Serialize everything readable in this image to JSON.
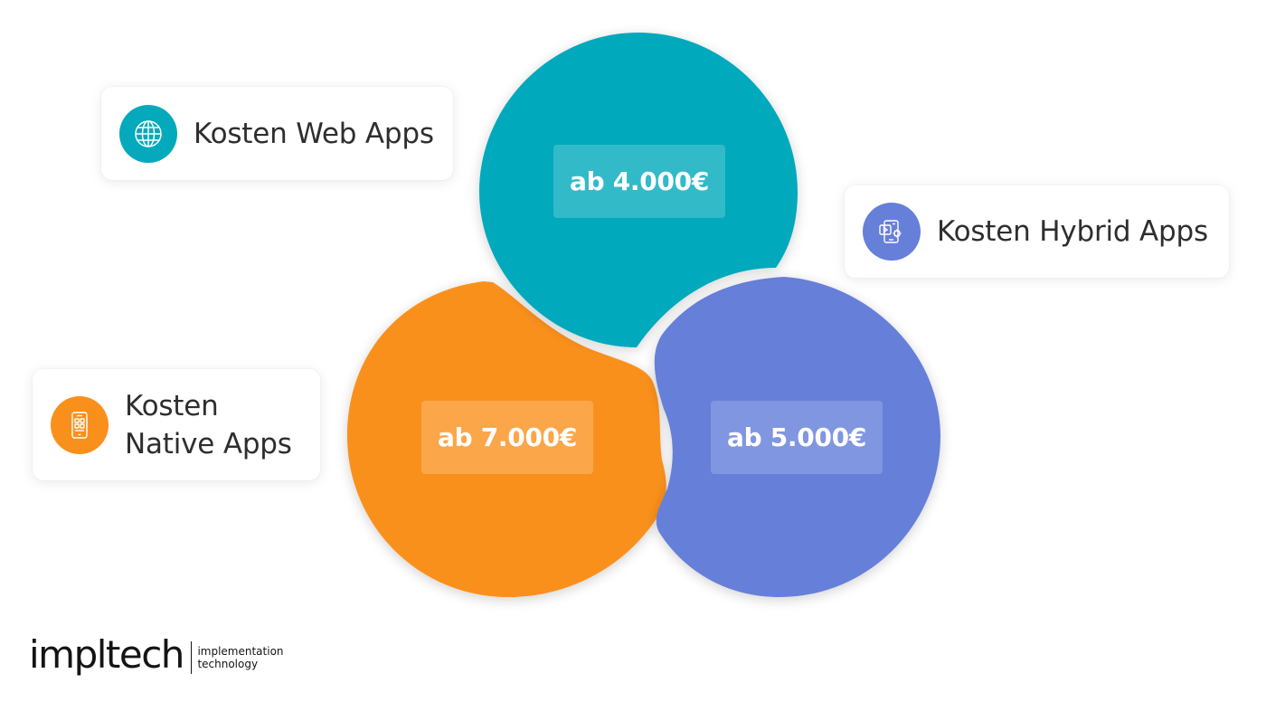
{
  "colors": {
    "web": "#04A9BC",
    "native": "#FA901C",
    "hybrid": "#667FD9",
    "card_text": "#2E2E2E",
    "background": "#FFFFFF",
    "logo": "#141414"
  },
  "segments": {
    "web": {
      "price": "ab 4.000€"
    },
    "native": {
      "price": "ab 7.000€"
    },
    "hybrid": {
      "price": "ab 5.000€"
    }
  },
  "labels": {
    "web": {
      "text": "Kosten Web Apps",
      "icon": "globe-icon"
    },
    "hybrid": {
      "text": "Kosten Hybrid Apps",
      "icon": "hybrid-app-icon"
    },
    "native": {
      "line1": "Kosten",
      "line2": "Native Apps",
      "icon": "smartphone-icon"
    }
  },
  "logo": {
    "word": "impltech",
    "tag_line1": "implementation",
    "tag_line2": "technology"
  }
}
